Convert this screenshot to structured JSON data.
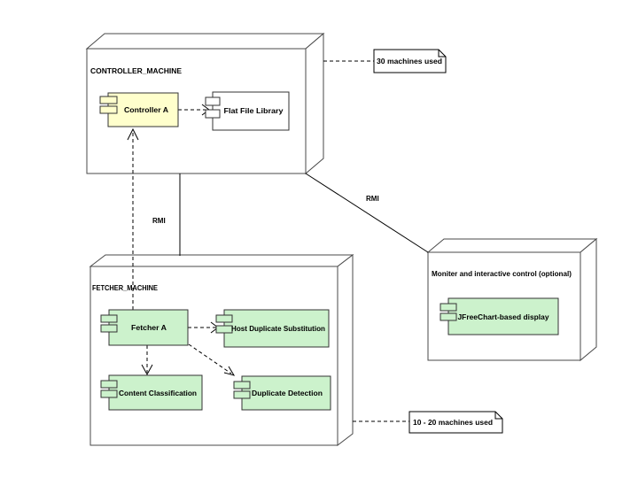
{
  "diagram": {
    "type": "uml-deployment-diagram",
    "background": "#ffffff",
    "colors": {
      "node_fill": "#ffffff",
      "node_border": "#4a4a4a",
      "line": "#000000",
      "component_yellow": "#ffffcc",
      "component_green": "#ccf2cc",
      "component_white": "#ffffff"
    },
    "nodes": {
      "controller": {
        "label": "CONTROLLER_MACHINE"
      },
      "fetcher": {
        "label": "FETCHER_MACHINE"
      },
      "monitor": {
        "label": "Moniter and interactive control (optional)"
      }
    },
    "components": {
      "controller_a": {
        "label": "Controller A",
        "fill": "#ffffcc"
      },
      "flat_file_library": {
        "label": "Flat File Library",
        "fill": "#ffffff"
      },
      "fetcher_a": {
        "label": "Fetcher A",
        "fill": "#ccf2cc"
      },
      "host_duplicate_substitution": {
        "label": "Host Duplicate Substitution",
        "fill": "#ccf2cc"
      },
      "content_classification": {
        "label": "Content Classification",
        "fill": "#ccf2cc"
      },
      "duplicate_detection": {
        "label": "Duplicate Detection",
        "fill": "#ccf2cc"
      },
      "jfreechart_display": {
        "label": "JFreeChart-based display",
        "fill": "#ccf2cc"
      }
    },
    "notes": {
      "controller_note": {
        "text": "30 machines used",
        "attached_to": "CONTROLLER_MACHINE"
      },
      "fetcher_note": {
        "text": "10 - 20 machines used",
        "attached_to": "FETCHER_MACHINE"
      }
    },
    "links": {
      "controller_fetcher": {
        "label": "RMI",
        "style": "solid"
      },
      "controller_monitor": {
        "label": "RMI",
        "style": "solid"
      }
    },
    "dependencies": [
      {
        "from": "Fetcher A",
        "to": "Controller A"
      },
      {
        "from": "Controller A",
        "to": "Flat File Library"
      },
      {
        "from": "Fetcher A",
        "to": "Host Duplicate Substitution"
      },
      {
        "from": "Fetcher A",
        "to": "Content Classification"
      },
      {
        "from": "Fetcher A",
        "to": "Duplicate Detection"
      }
    ]
  }
}
